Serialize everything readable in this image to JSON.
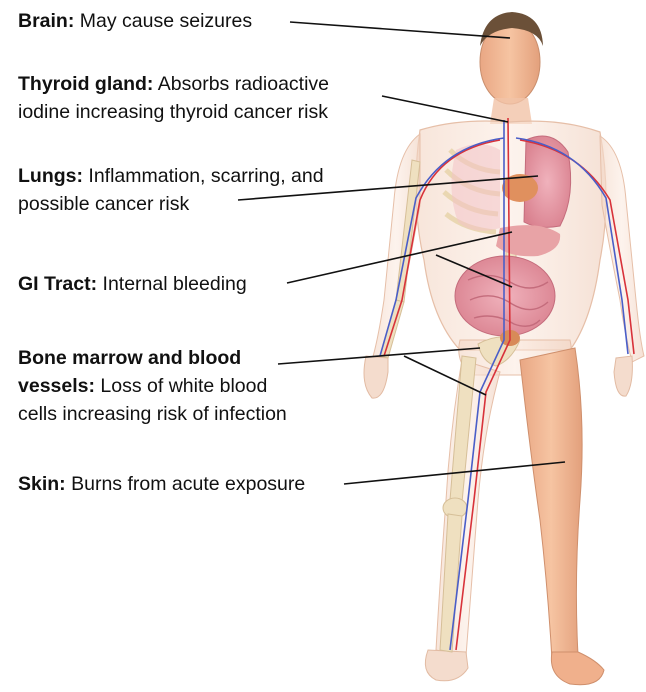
{
  "labels": [
    {
      "term": "Brain:",
      "line1": "May cause seizures",
      "line2": ""
    },
    {
      "term": "Thyroid gland:",
      "line1": "Absorbs radioactive",
      "line2": "iodine increasing thyroid cancer risk"
    },
    {
      "term": "Lungs:",
      "line1": "Inflammation, scarring, and",
      "line2": "possible cancer risk"
    },
    {
      "term": "GI Tract:",
      "line1": "Internal bleeding",
      "line2": ""
    },
    {
      "term": "Bone marrow and blood",
      "term2": "vessels:",
      "line1": "Loss of white blood",
      "line2": "cells increasing risk of infection"
    },
    {
      "term": "Skin:",
      "line1": "Burns from acute exposure",
      "line2": ""
    }
  ],
  "colors": {
    "skin": "#f2b48e",
    "bone": "#efe0c0",
    "organ": "#e79aa6",
    "artery": "#d8323a",
    "vein": "#4a5ec8",
    "text": "#111111"
  }
}
